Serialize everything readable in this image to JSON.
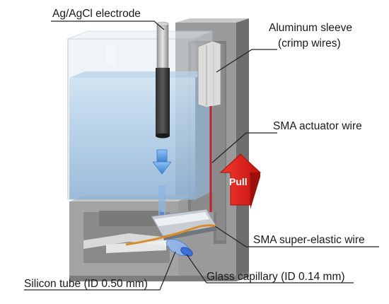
{
  "labels": {
    "electrode": "Ag/AgCl electrode",
    "sleeve_line1": "Aluminum sleeve",
    "sleeve_line2": "(crimp wires)",
    "actuator": "SMA actuator wire",
    "superelastic": "SMA super-elastic wire",
    "silicon_tube": "Silicon tube (ID 0.50 mm)",
    "glass_capillary": "Glass capillary (ID 0.14 mm)",
    "pull": "Pull"
  },
  "colors": {
    "housing": "#8c8c8c",
    "water": "#9fc3e0",
    "sma_wire": "#c0202a",
    "pull_arrow": "#e8231f",
    "tube": "#d98a2a",
    "down_arrow": "#5b9be0"
  }
}
